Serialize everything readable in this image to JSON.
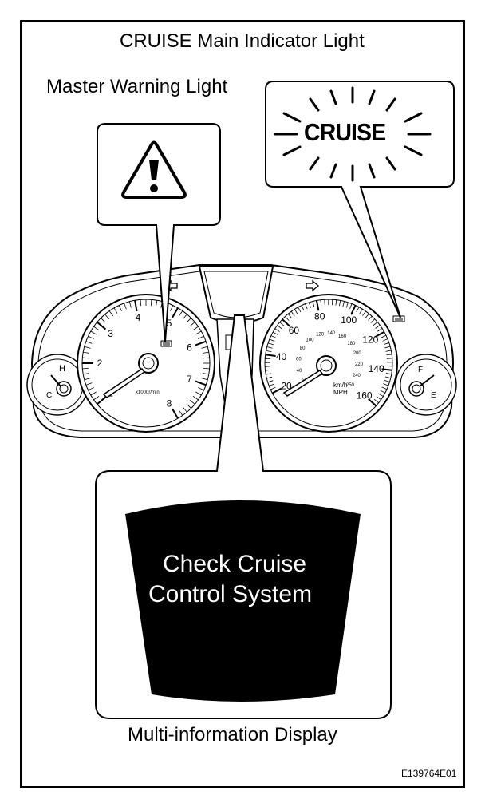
{
  "labels": {
    "title": "CRUISE Main Indicator Light",
    "master_warning": "Master Warning Light",
    "cruise_lamp": "CRUISE",
    "multi_info_display": "Multi-information Display",
    "figure_id": "E139764E01"
  },
  "display_message": {
    "line1": "Check  Cruise",
    "line2": "Control  System"
  },
  "tachometer": {
    "numbers": [
      "1",
      "2",
      "3",
      "4",
      "5",
      "6",
      "7",
      "8"
    ],
    "unit": "x1000r/min"
  },
  "speedometer": {
    "mph_numbers": [
      "20",
      "40",
      "60",
      "80",
      "100",
      "120",
      "140",
      "160"
    ],
    "kmh_numbers": [
      "20",
      "40",
      "60",
      "80",
      "100",
      "120",
      "140",
      "160",
      "180",
      "200",
      "220",
      "240",
      "250"
    ],
    "unit_line1": "km/h",
    "unit_line2": "MPH"
  },
  "temp_gauge": {
    "high": "H",
    "low": "C"
  },
  "fuel_gauge": {
    "full": "F",
    "empty": "E"
  },
  "colors": {
    "ink": "#000000",
    "paper": "#ffffff",
    "display": "#000000"
  },
  "icons": [
    "warning-triangle-icon",
    "left-turn-arrow-icon",
    "right-turn-arrow-icon",
    "cruise-indicator-light",
    "master-warning-light"
  ]
}
